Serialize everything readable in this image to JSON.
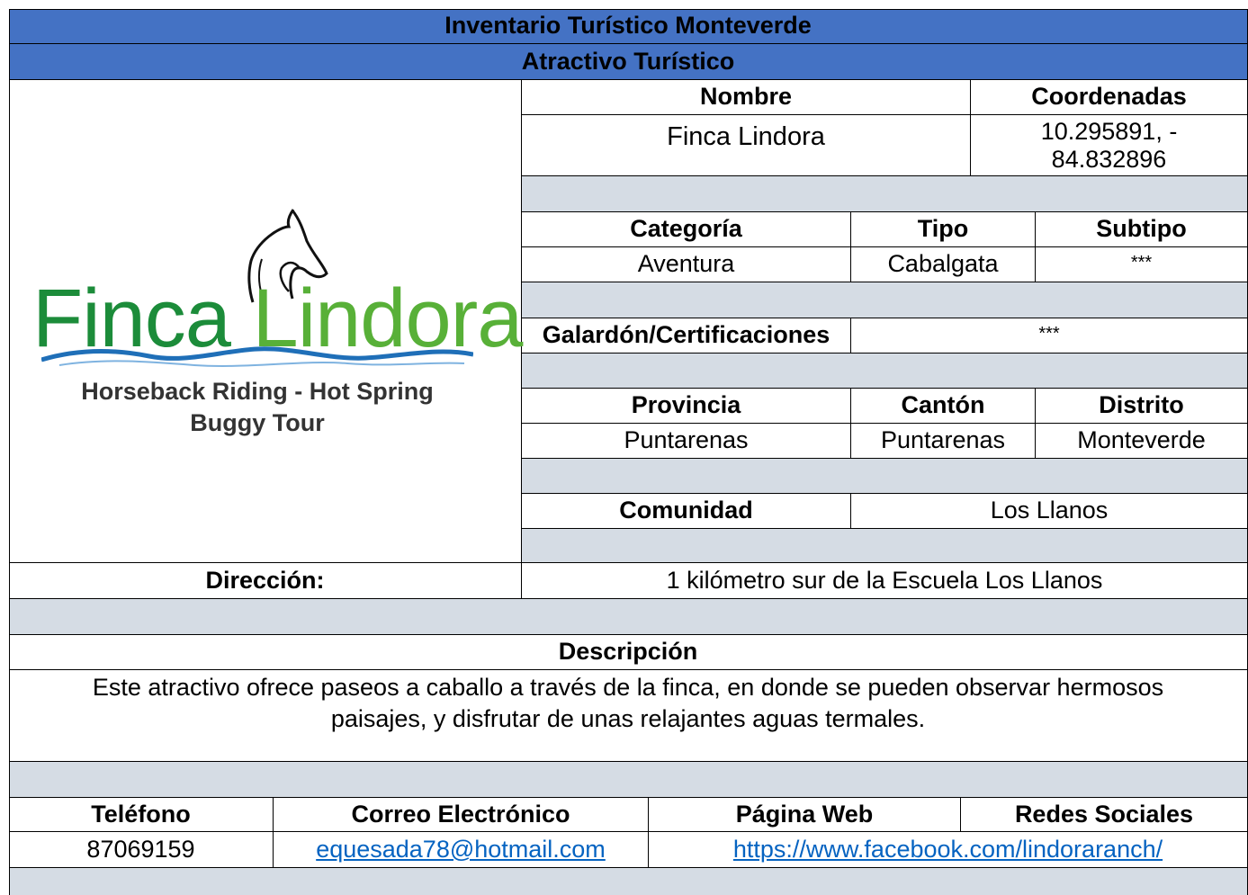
{
  "title": "Inventario Turístico Monteverde",
  "subtitle": "Atractivo Turístico",
  "logo": {
    "word1": "Finca",
    "word2": "Lindora",
    "tagline1": "Horseback Riding - Hot Spring",
    "tagline2": "Buggy Tour"
  },
  "fields": {
    "nombre_label": "Nombre",
    "nombre_value": "Finca Lindora",
    "coordenadas_label": "Coordenadas",
    "coordenadas_line1": "10.295891, -",
    "coordenadas_line2": "84.832896",
    "categoria_label": "Categoría",
    "categoria_value": "Aventura",
    "tipo_label": "Tipo",
    "tipo_value": "Cabalgata",
    "subtipo_label": "Subtipo",
    "subtipo_value": "***",
    "galardon_label": "Galardón/Certificaciones",
    "galardon_value": "***",
    "provincia_label": "Provincia",
    "provincia_value": "Puntarenas",
    "canton_label": "Cantón",
    "canton_value": "Puntarenas",
    "distrito_label": "Distrito",
    "distrito_value": "Monteverde",
    "comunidad_label": "Comunidad",
    "comunidad_value": "Los Llanos",
    "direccion_label": "Dirección:",
    "direccion_value": "1 kilómetro sur de la Escuela Los Llanos",
    "descripcion_label": "Descripción",
    "descripcion_value": "Este atractivo ofrece paseos a caballo a través de la finca, en donde se pueden observar hermosos paisajes, y disfrutar de unas relajantes aguas termales."
  },
  "contact": {
    "telefono_label": "Teléfono",
    "telefono_value": "87069159",
    "correo_label": "Correo Electrónico",
    "correo_value": "equesada78@hotmail.com",
    "web_label": "Página Web",
    "redes_label": "Redes Sociales",
    "web_value": "https://www.facebook.com/lindoraranch/"
  },
  "colors": {
    "header_blue": "#4472C4",
    "row_gray": "#D5DCE4",
    "link_blue": "#0563C1",
    "logo_green_dark": "#1C8C3A",
    "logo_green_light": "#58B038",
    "logo_wave_blue": "#1F6FB8"
  }
}
